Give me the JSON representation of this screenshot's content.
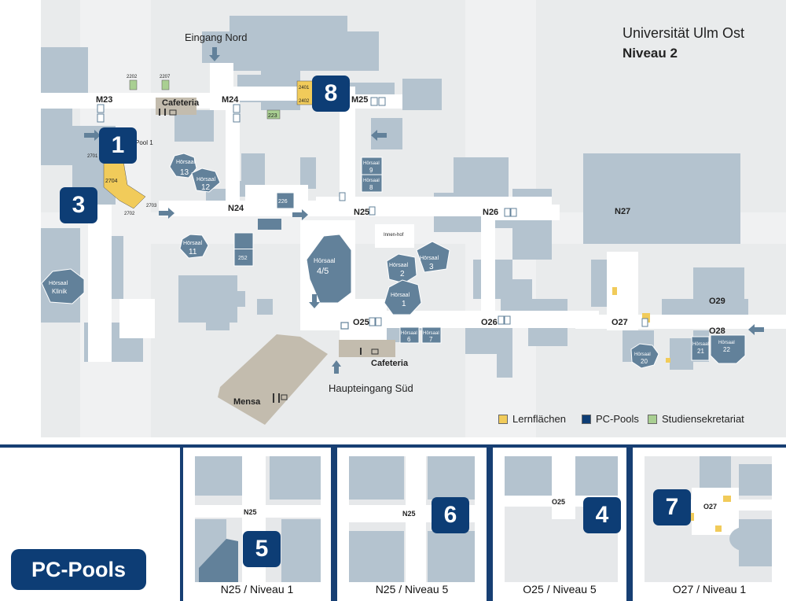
{
  "title": "Universität Ulm Ost",
  "subtitle": "Niveau 2",
  "entrances": {
    "north": "Eingang Nord",
    "south": "Haupteingang Süd"
  },
  "buildings": [
    "M23",
    "M24",
    "M25",
    "N24",
    "N25",
    "N26",
    "N27",
    "O25",
    "O26",
    "O27",
    "O28",
    "O29"
  ],
  "rooms": {
    "r2202": "2202",
    "r2207": "2207",
    "r223": "223",
    "r226": "226",
    "r252": "252",
    "r2704": "2704",
    "r2702": "2702",
    "r2703": "2703",
    "r2401": "2401",
    "r2402": "2402",
    "r2701": "2701",
    "pool1": "Pool 1",
    "innenhof": "Innen-hof"
  },
  "facilities": {
    "cafeteria_north": "Cafeteria",
    "cafeteria_south": "Cafeteria",
    "mensa": "Mensa"
  },
  "lecture_halls": [
    {
      "label": "Hörsaal",
      "num": "13"
    },
    {
      "label": "Hörsaal",
      "num": "12"
    },
    {
      "label": "Hörsaal",
      "num": "11"
    },
    {
      "label": "Hörsaal",
      "num": "4/5"
    },
    {
      "label": "Hörsaal",
      "num": "2"
    },
    {
      "label": "Hörsaal",
      "num": "3"
    },
    {
      "label": "Hörsaal",
      "num": "1"
    },
    {
      "label": "Hörsaal",
      "num": "6"
    },
    {
      "label": "Hörsaal",
      "num": "7"
    },
    {
      "label": "Hörsaal",
      "num": "9"
    },
    {
      "label": "Hörsaal",
      "num": "8"
    },
    {
      "label": "Hörsaal",
      "num": "20"
    },
    {
      "label": "Hörsaal",
      "num": "21"
    },
    {
      "label": "Hörsaal",
      "num": "22"
    },
    {
      "label": "Hörsaal",
      "num": "Klinik"
    }
  ],
  "legend": [
    {
      "label": "Lernflächen",
      "color": "#f1cb5a"
    },
    {
      "label": "PC-Pools",
      "color": "#0d3d75"
    },
    {
      "label": "Studiensekretariat",
      "color": "#a9cf92"
    }
  ],
  "pool_markers": [
    "1",
    "3",
    "8"
  ],
  "bottom": {
    "heading": "PC-Pools",
    "panels": [
      {
        "caption": "N25 / Niveau 1",
        "badge": "5",
        "building": "N25"
      },
      {
        "caption": "N25 / Niveau 5",
        "badge": "6",
        "building": "N25"
      },
      {
        "caption": "O25 / Niveau 5",
        "badge": "4",
        "building": "O25"
      },
      {
        "caption": "O27 / Niveau 1",
        "badge": "7",
        "building": "O27"
      }
    ]
  },
  "colors": {
    "building": "#b4c3cf",
    "pool": "#0d3d75",
    "hall": "#62819a",
    "learning": "#f1cb5a",
    "secretariat": "#a9cf92",
    "corridor": "#ffffff",
    "mensa": "#c3bcae"
  }
}
